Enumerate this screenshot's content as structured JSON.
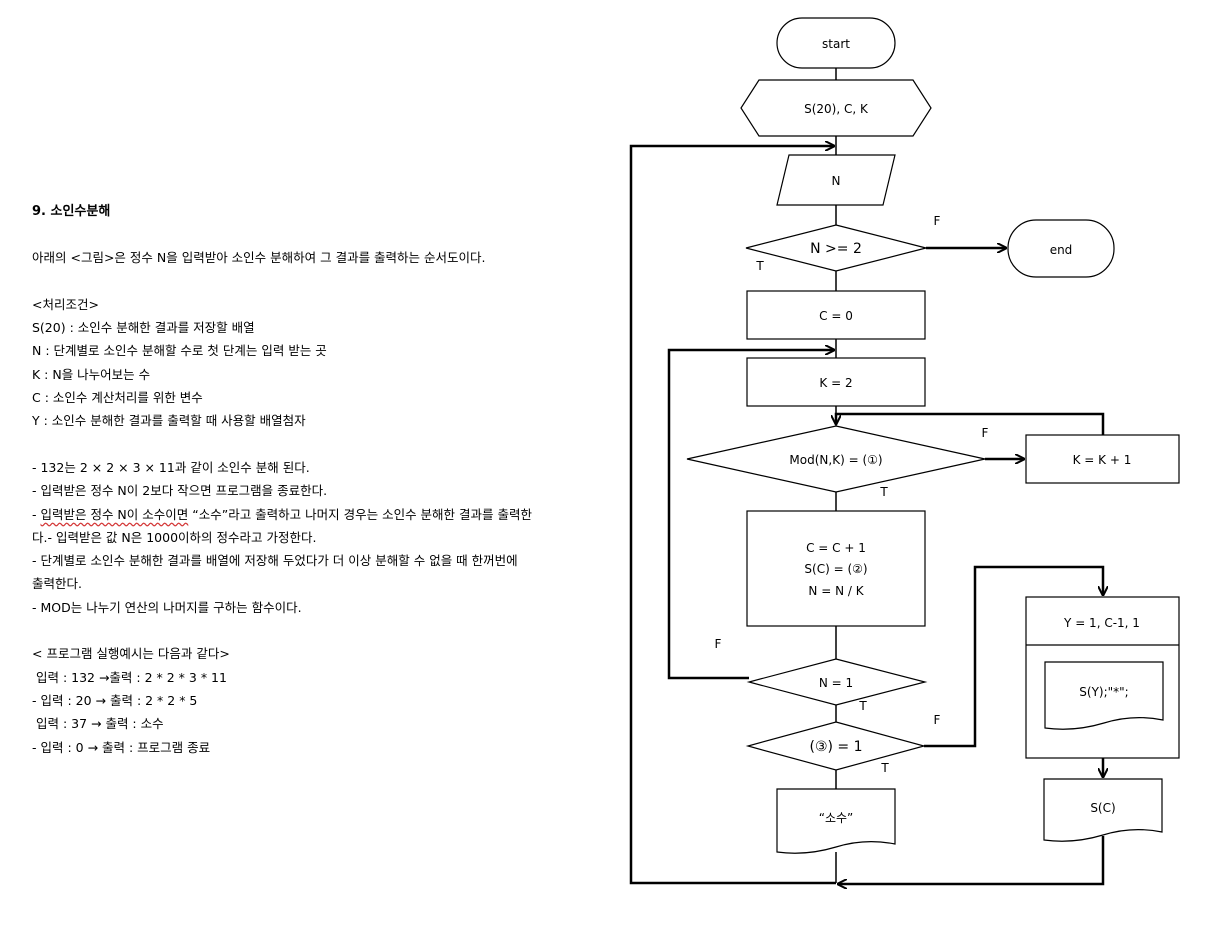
{
  "problem": {
    "title": "9. 소인수분해",
    "intro": "아래의 <그림>은 정수 N을 입력받아 소인수 분해하여 그 결과를 출력하는 순서도이다.",
    "conditions_header": "<처리조건>",
    "conditions": [
      "S(20) : 소인수 분해한 결과를 저장할 배열",
      "N : 단계별로 소인수 분해할 수로 첫 단계는 입력 받는 곳",
      "K : N을 나누어보는 수",
      "C : 소인수 계산처리를 위한 변수",
      "Y : 소인수 분해한 결과를 출력할 때 사용할 배열첨자"
    ],
    "notes": {
      "n1": "- 132는 2 × 2 × 3 × 11과 같이 소인수 분해 된다.",
      "n2": "- 입력받은 정수 N이 2보다 작으면 프로그램을 종료한다.",
      "n3_pre": "- ",
      "n3_squiggle": "입력받은 정수 N이 소수이면",
      "n3_post": " “소수”라고 출력하고 나머지 경우는 소인수 분해한 결과를 출력한",
      "n4": "다.- 입력받은 값 N은 1000이하의 정수라고 가정한다.",
      "n5": "- 단계별로 소인수 분해한 결과를 배열에 저장해 두었다가 더 이상 분해할 수 없을 때 한꺼번에",
      "n6": "출력한다.",
      "n7": "- MOD는 나누기 연산의 나머지를 구하는 함수이다."
    },
    "examples_header": "< 프로그램 실행예시는 다음과 같다>",
    "examples": [
      " 입력 : 132 →출력 : 2 * 2 * 3 * 11",
      "- 입력 : 20 → 출력 : 2 * 2 * 5",
      " 입력 : 37 → 출력 : 소수",
      "- 입력 : 0 → 출력 : 프로그램 종료"
    ]
  },
  "flowchart": {
    "start": "start",
    "declare": "S(20), C, K",
    "input": "N",
    "cond_n": "N >= 2",
    "end": "end",
    "c_init": "C = 0",
    "k_init": "K = 2",
    "mod_cond": "Mod(N,K) = (①)",
    "k_inc": "K = K + 1",
    "proc": [
      "C = C + 1",
      "S(C) = (②)",
      "N = N / K"
    ],
    "n_eq_1": "N = 1",
    "cond3": "(③) = 1",
    "prime_out": "“소수”",
    "loop_header": "Y = 1, C-1, 1",
    "loop_out": "S(Y);\"*\";",
    "last_out": "S(C)",
    "label_t": "T",
    "label_f": "F"
  }
}
